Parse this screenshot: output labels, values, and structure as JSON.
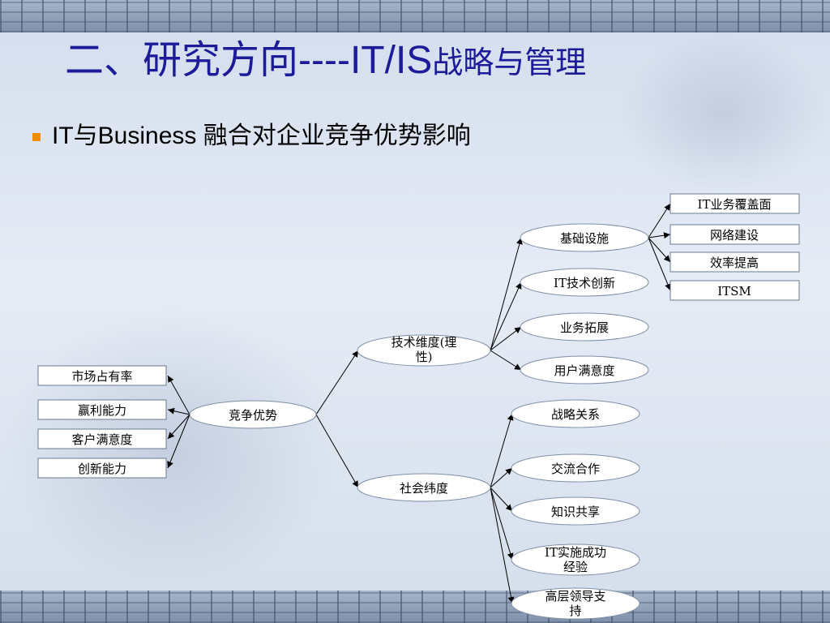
{
  "slide": {
    "title": {
      "zh1": "二、研究方向",
      "ascii": "----IT/IS",
      "zh2": "战略与管理"
    },
    "bullet": {
      "ascii1": "IT",
      "zh1": "与",
      "ascii2": "Business ",
      "zh2": "融合对企业竞争优势影响"
    }
  },
  "diagram": {
    "nodes": {
      "market_share": "市场占有率",
      "profitability": "赢利能力",
      "customer_satisfaction_left": "客户满意度",
      "innovation": "创新能力",
      "competitive_advantage": "竞争优势",
      "tech_dimension_1": "技术维度(理",
      "tech_dimension_2": "性)",
      "social_dimension": "社会纬度",
      "infrastructure": "基础设施",
      "it_tech_innovation": "IT技术创新",
      "business_expansion": "业务拓展",
      "user_satisfaction": "用户满意度",
      "it_coverage": "IT业务覆盖面",
      "network_construction": "网络建设",
      "efficiency": "效率提高",
      "itsm": "ITSM",
      "strategic_relationship": "战略关系",
      "communication_cooperation": "交流合作",
      "knowledge_sharing": "知识共享",
      "it_experience_1": "IT实施成功",
      "it_experience_2": "经验",
      "leadership_support_1": "高层领导支",
      "leadership_support_2": "持"
    }
  }
}
